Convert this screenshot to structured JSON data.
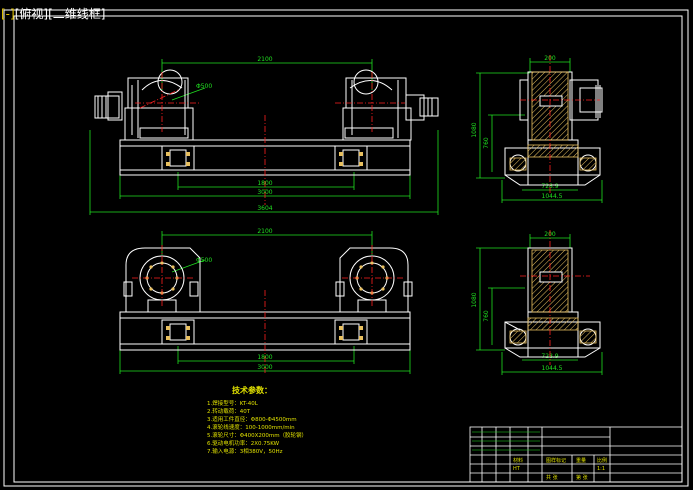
{
  "viewport_label": {
    "prefix": "[-]",
    "view": "[俯视]",
    "style": "[二维线框]"
  },
  "dimensions": {
    "top_front": {
      "span_top": "2100",
      "radius": "Φ500",
      "inner": "1800",
      "frame": "3000",
      "overall": "3604"
    },
    "top_side": {
      "width_top": "200",
      "height_total": "1080",
      "height_mid": "760",
      "base_inner": "728.9",
      "base_outer": "1044.5"
    },
    "bottom_front": {
      "span_top": "2100",
      "radius": "Φ500",
      "inner": "1800",
      "frame": "3000"
    },
    "bottom_side": {
      "width_top": "200",
      "height_total": "1080",
      "height_mid": "760",
      "base_inner": "728.9",
      "base_outer": "1044.5"
    }
  },
  "tech_notes": {
    "title": "技术参数：",
    "items": [
      "1.焊接型号：KT-40L",
      "2.转动载荷：40T",
      "3.适用工件直径：Φ800-Φ4500mm",
      "4.滚轮线速度：100-1000mm/min",
      "5.滚轮尺寸：Φ400X200mm（胶轮钢）",
      "6.驱动电机功率：2X0.75KW",
      "7.输入电源：3相380V，50Hz"
    ]
  },
  "title_block": {
    "cells": [
      "图样标记",
      "重量",
      "比例",
      "1:1",
      "共 张",
      "第 张",
      "材料",
      "HT"
    ]
  },
  "colors": {
    "background": "#000000",
    "line": "#ffffff",
    "hatch": "#e8c060",
    "center": "#ff2020",
    "dimension": "#20e020",
    "text_yellow": "#e0e000",
    "border": "#ffffff"
  }
}
